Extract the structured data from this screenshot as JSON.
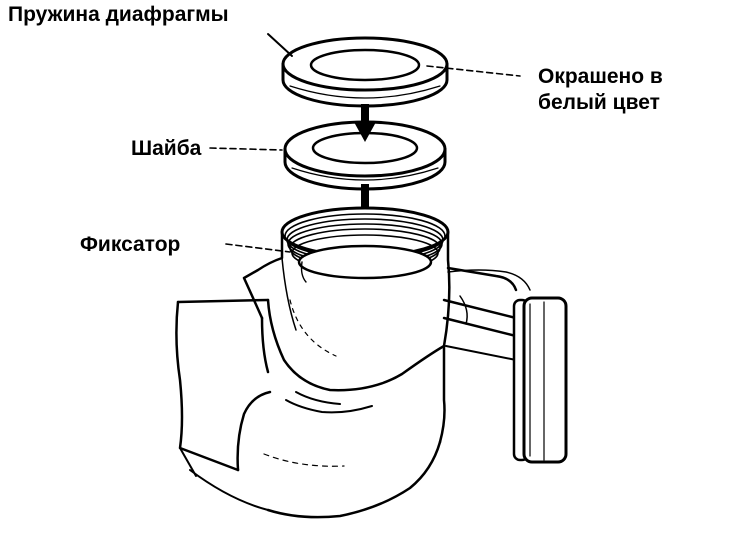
{
  "labels": {
    "spring": "Пружина диафрагмы",
    "painted_line1": "Окрашено в",
    "painted_line2": "белый цвет",
    "washer": "Шайба",
    "retainer": "Фиксатор"
  },
  "colors": {
    "ink": "#000000",
    "paper": "#ffffff"
  }
}
